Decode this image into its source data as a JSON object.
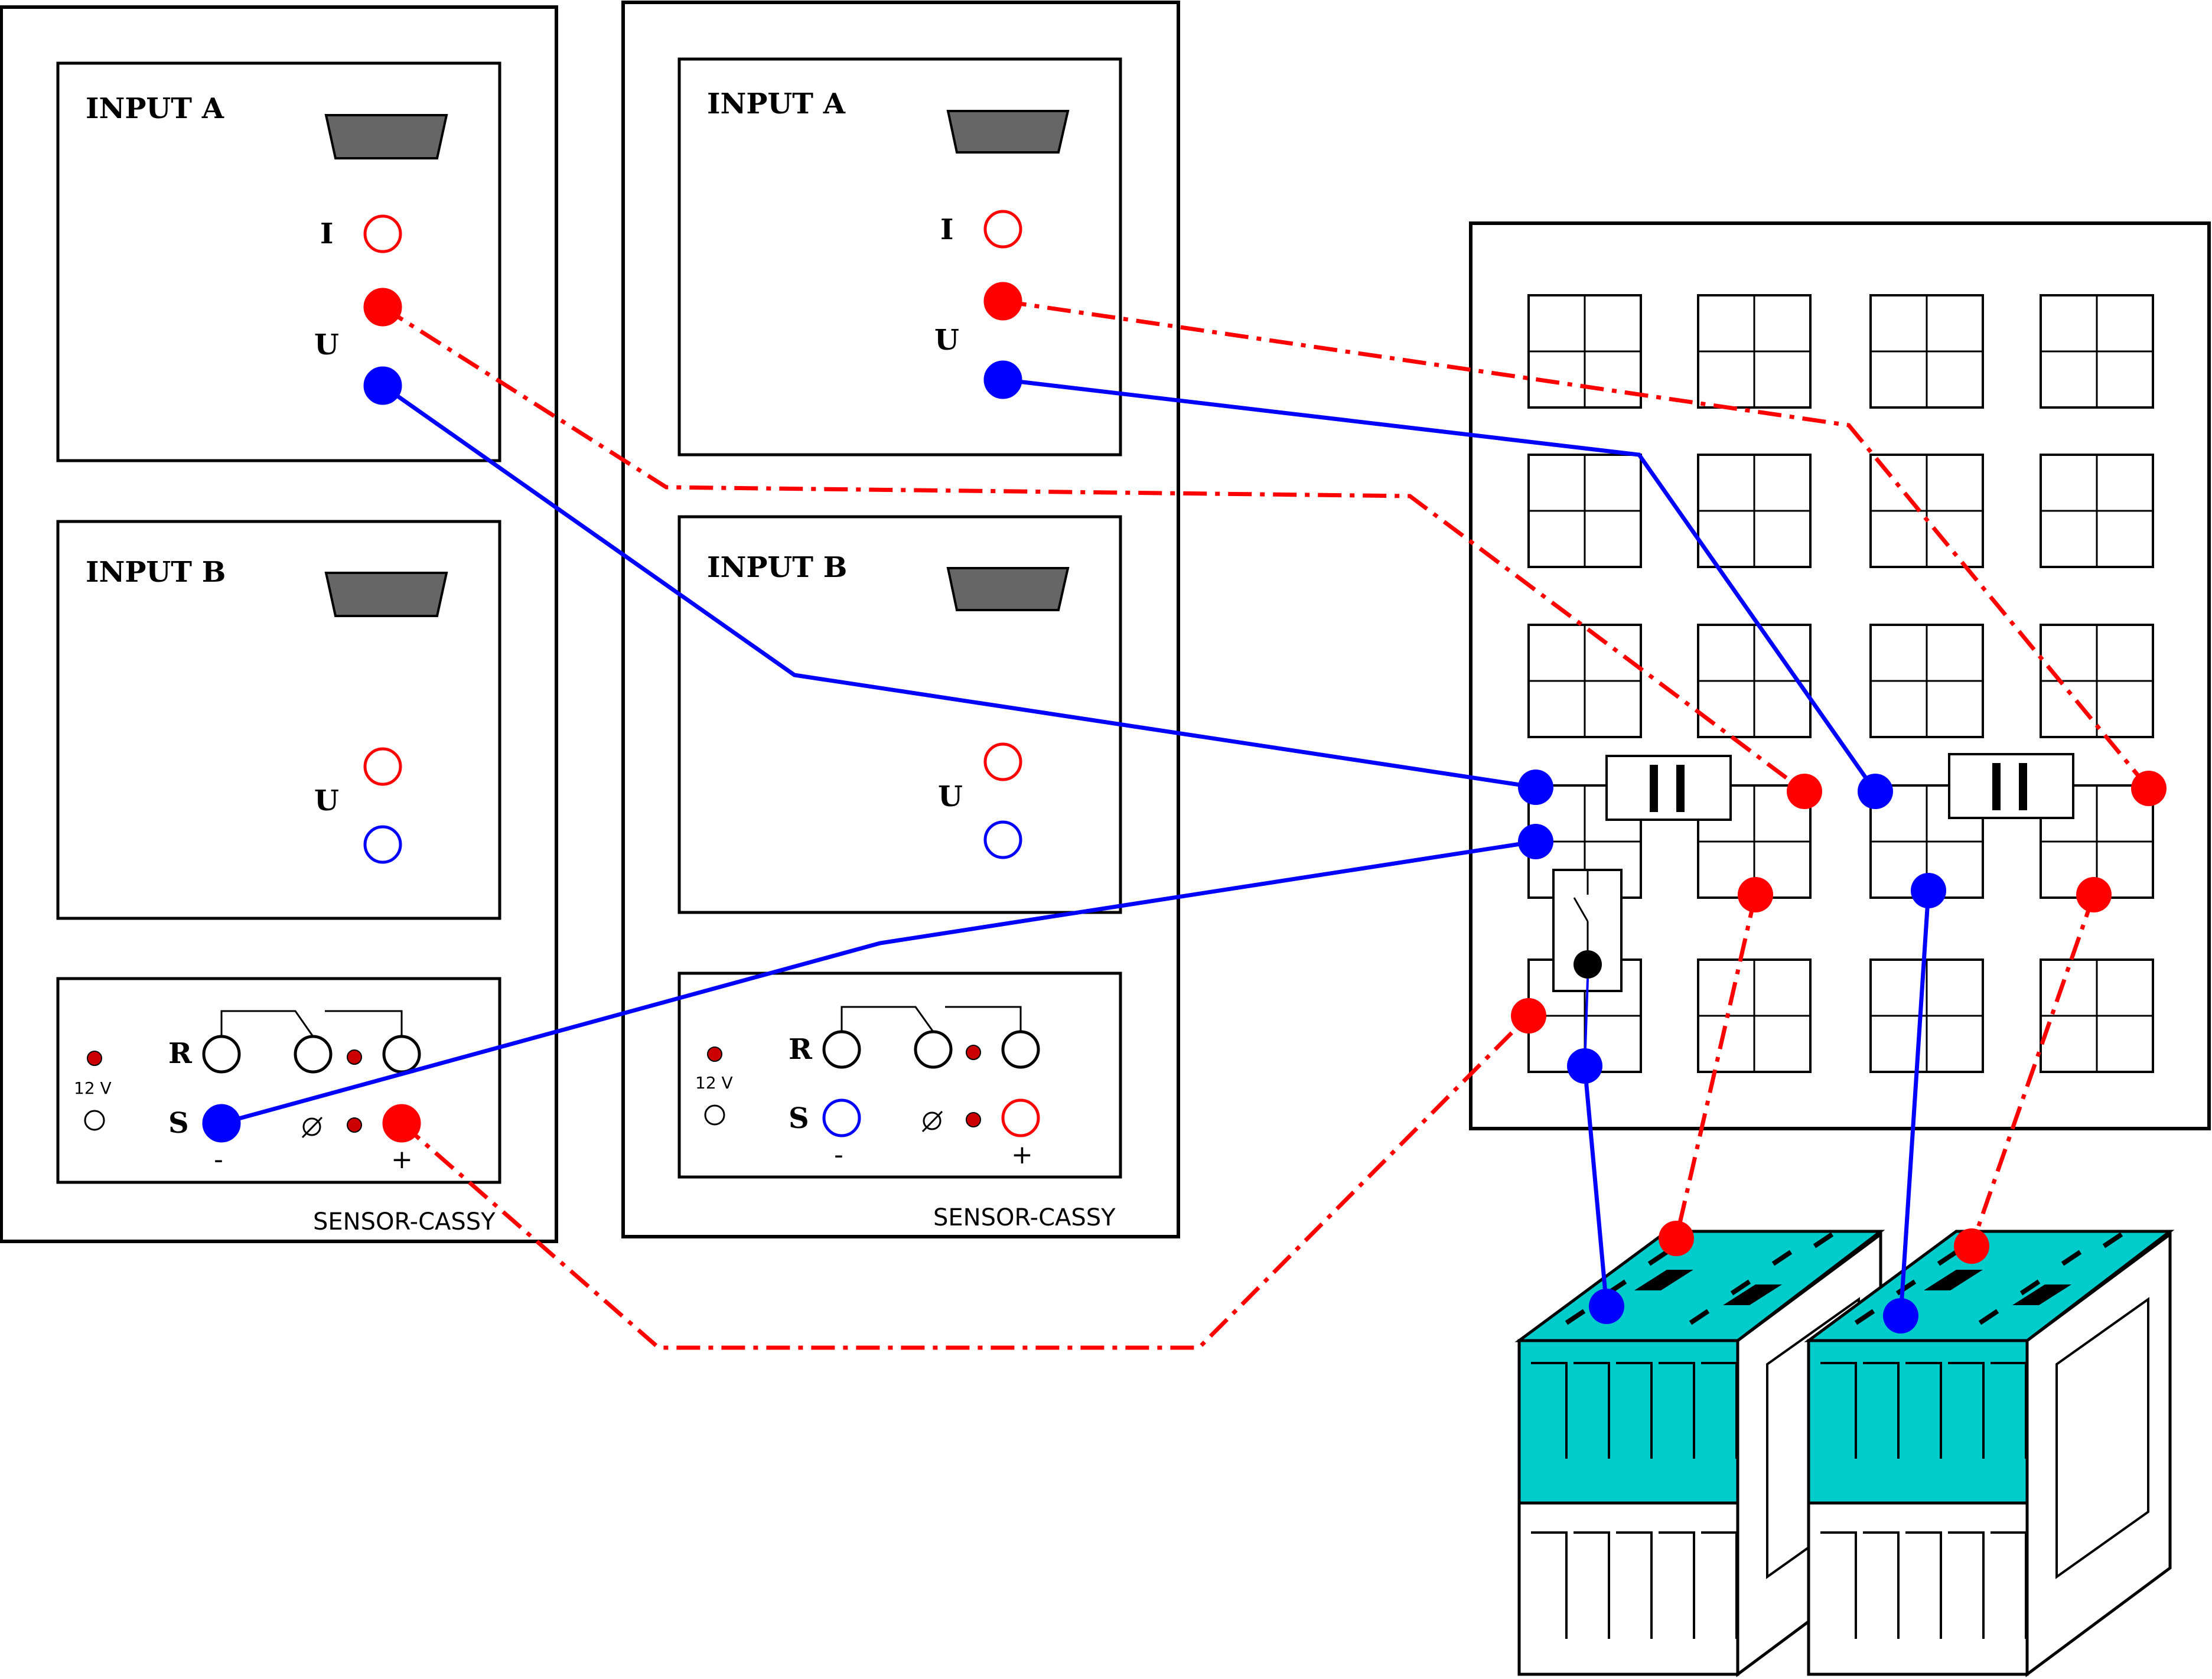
{
  "devices": [
    {
      "input_a": {
        "title": "INPUT A",
        "i_label": "I",
        "u_label": "U"
      },
      "input_b": {
        "title": "INPUT B",
        "u_label": "U"
      },
      "bottom": {
        "label_r": "R",
        "label_s": "S",
        "label_12v": "12 V",
        "minus": "-",
        "plus": "+"
      },
      "footer": "SENSOR-CASSY"
    },
    {
      "input_a": {
        "title": "INPUT A",
        "i_label": "I",
        "u_label": "U"
      },
      "input_b": {
        "title": "INPUT B",
        "u_label": "U"
      },
      "bottom": {
        "label_r": "R",
        "label_s": "S",
        "label_12v": "12 V",
        "minus": "-",
        "plus": "+"
      },
      "footer": "SENSOR-CASSY"
    }
  ],
  "colors": {
    "red": "#ff0000",
    "blue": "#0000ff",
    "connector_gray": "#666666",
    "battery_top": "#00cccc",
    "dark_red": "#cc0000"
  },
  "icons": {
    "connector": "dsub-connector-icon",
    "capacitor": "capacitor-icon",
    "switch": "switch-icon",
    "battery": "battery-icon",
    "potentiometer": "potentiometer-icon"
  }
}
